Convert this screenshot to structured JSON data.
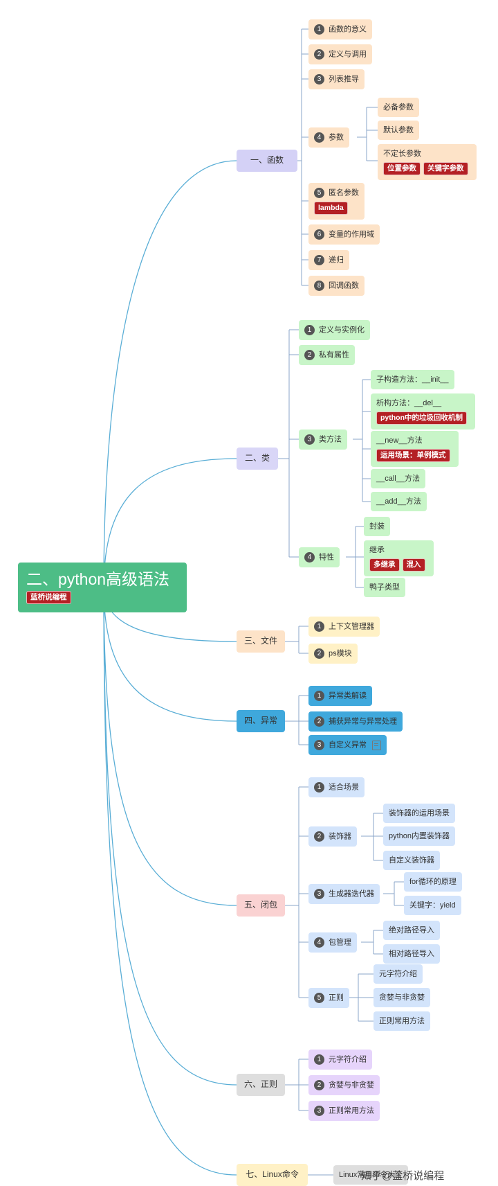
{
  "root": {
    "title": "二、python高级语法",
    "tag": "蓝桥说编程"
  },
  "colors": {
    "root": "#4dbd86",
    "func": "#fde3c8",
    "func_sec": "#d4d1f6",
    "class": "#c8f5c8",
    "class_sec": "#d9d6f7",
    "file": "#fde3c8",
    "exc": "#3fa8dc",
    "closure": "#d3e4fb",
    "closure_sec": "#fad2d2",
    "regex": "#e6d4fb",
    "regex_sec": "#dedede",
    "linux": "#fff1c6",
    "tag": "#b42024",
    "line": "#5aaed6"
  },
  "sections": {
    "func": "一、函数",
    "class": "二、类",
    "file": "三、文件",
    "exc": "四、异常",
    "closure": "五、闭包",
    "regex": "六、正则",
    "linux": "七、Linux命令"
  },
  "func": {
    "items": [
      "函数的意义",
      "定义与调用",
      "列表推导",
      "参数",
      "匿名参数",
      "变量的作用域",
      "递归",
      "回调函数"
    ],
    "nums": [
      "1",
      "2",
      "3",
      "4",
      "5",
      "6",
      "7",
      "8"
    ],
    "params": [
      "必备参数",
      "默认参数",
      "不定长参数"
    ],
    "param_tags": [
      "位置参数",
      "关键字参数"
    ],
    "lambda_tag": "lambda"
  },
  "class": {
    "items": [
      "定义与实例化",
      "私有属性",
      "类方法",
      "特性"
    ],
    "nums": [
      "1",
      "2",
      "3",
      "4"
    ],
    "methods": [
      "子构造方法：__init__",
      "析构方法：__del__",
      "__new__方法",
      "__call__方法",
      "__add__方法"
    ],
    "del_tag": "python中的垃圾回收机制",
    "new_tag": "运用场景：单例模式",
    "features": [
      "封装",
      "继承",
      "鸭子类型"
    ],
    "inherit_tags": [
      "多继承",
      "混入"
    ]
  },
  "file": {
    "items": [
      "上下文管理器",
      "ps模块"
    ],
    "nums": [
      "1",
      "2"
    ]
  },
  "exc": {
    "items": [
      "异常类解读",
      "捕获异常与异常处理",
      "自定义异常"
    ],
    "nums": [
      "1",
      "2",
      "3"
    ]
  },
  "closure": {
    "items": [
      "适合场景",
      "装饰器",
      "生成器迭代器",
      "包管理",
      "正则"
    ],
    "nums": [
      "1",
      "2",
      "3",
      "4",
      "5"
    ],
    "decorator": [
      "装饰器的运用场景",
      "python内置装饰器",
      "自定义装饰器"
    ],
    "generator": [
      "for循环的原理",
      "关键字：yield"
    ],
    "package": [
      "绝对路径导入",
      "相对路径导入"
    ],
    "regex": [
      "元字符介绍",
      "贪婪与非贪婪",
      "正则常用方法"
    ]
  },
  "regex": {
    "items": [
      "元字符介绍",
      "贪婪与非贪婪",
      "正则常用方法"
    ],
    "nums": [
      "1",
      "2",
      "3"
    ]
  },
  "linux": {
    "items": [
      "Linux常用命令大全"
    ]
  },
  "watermark": "知乎@蓝桥说编程"
}
